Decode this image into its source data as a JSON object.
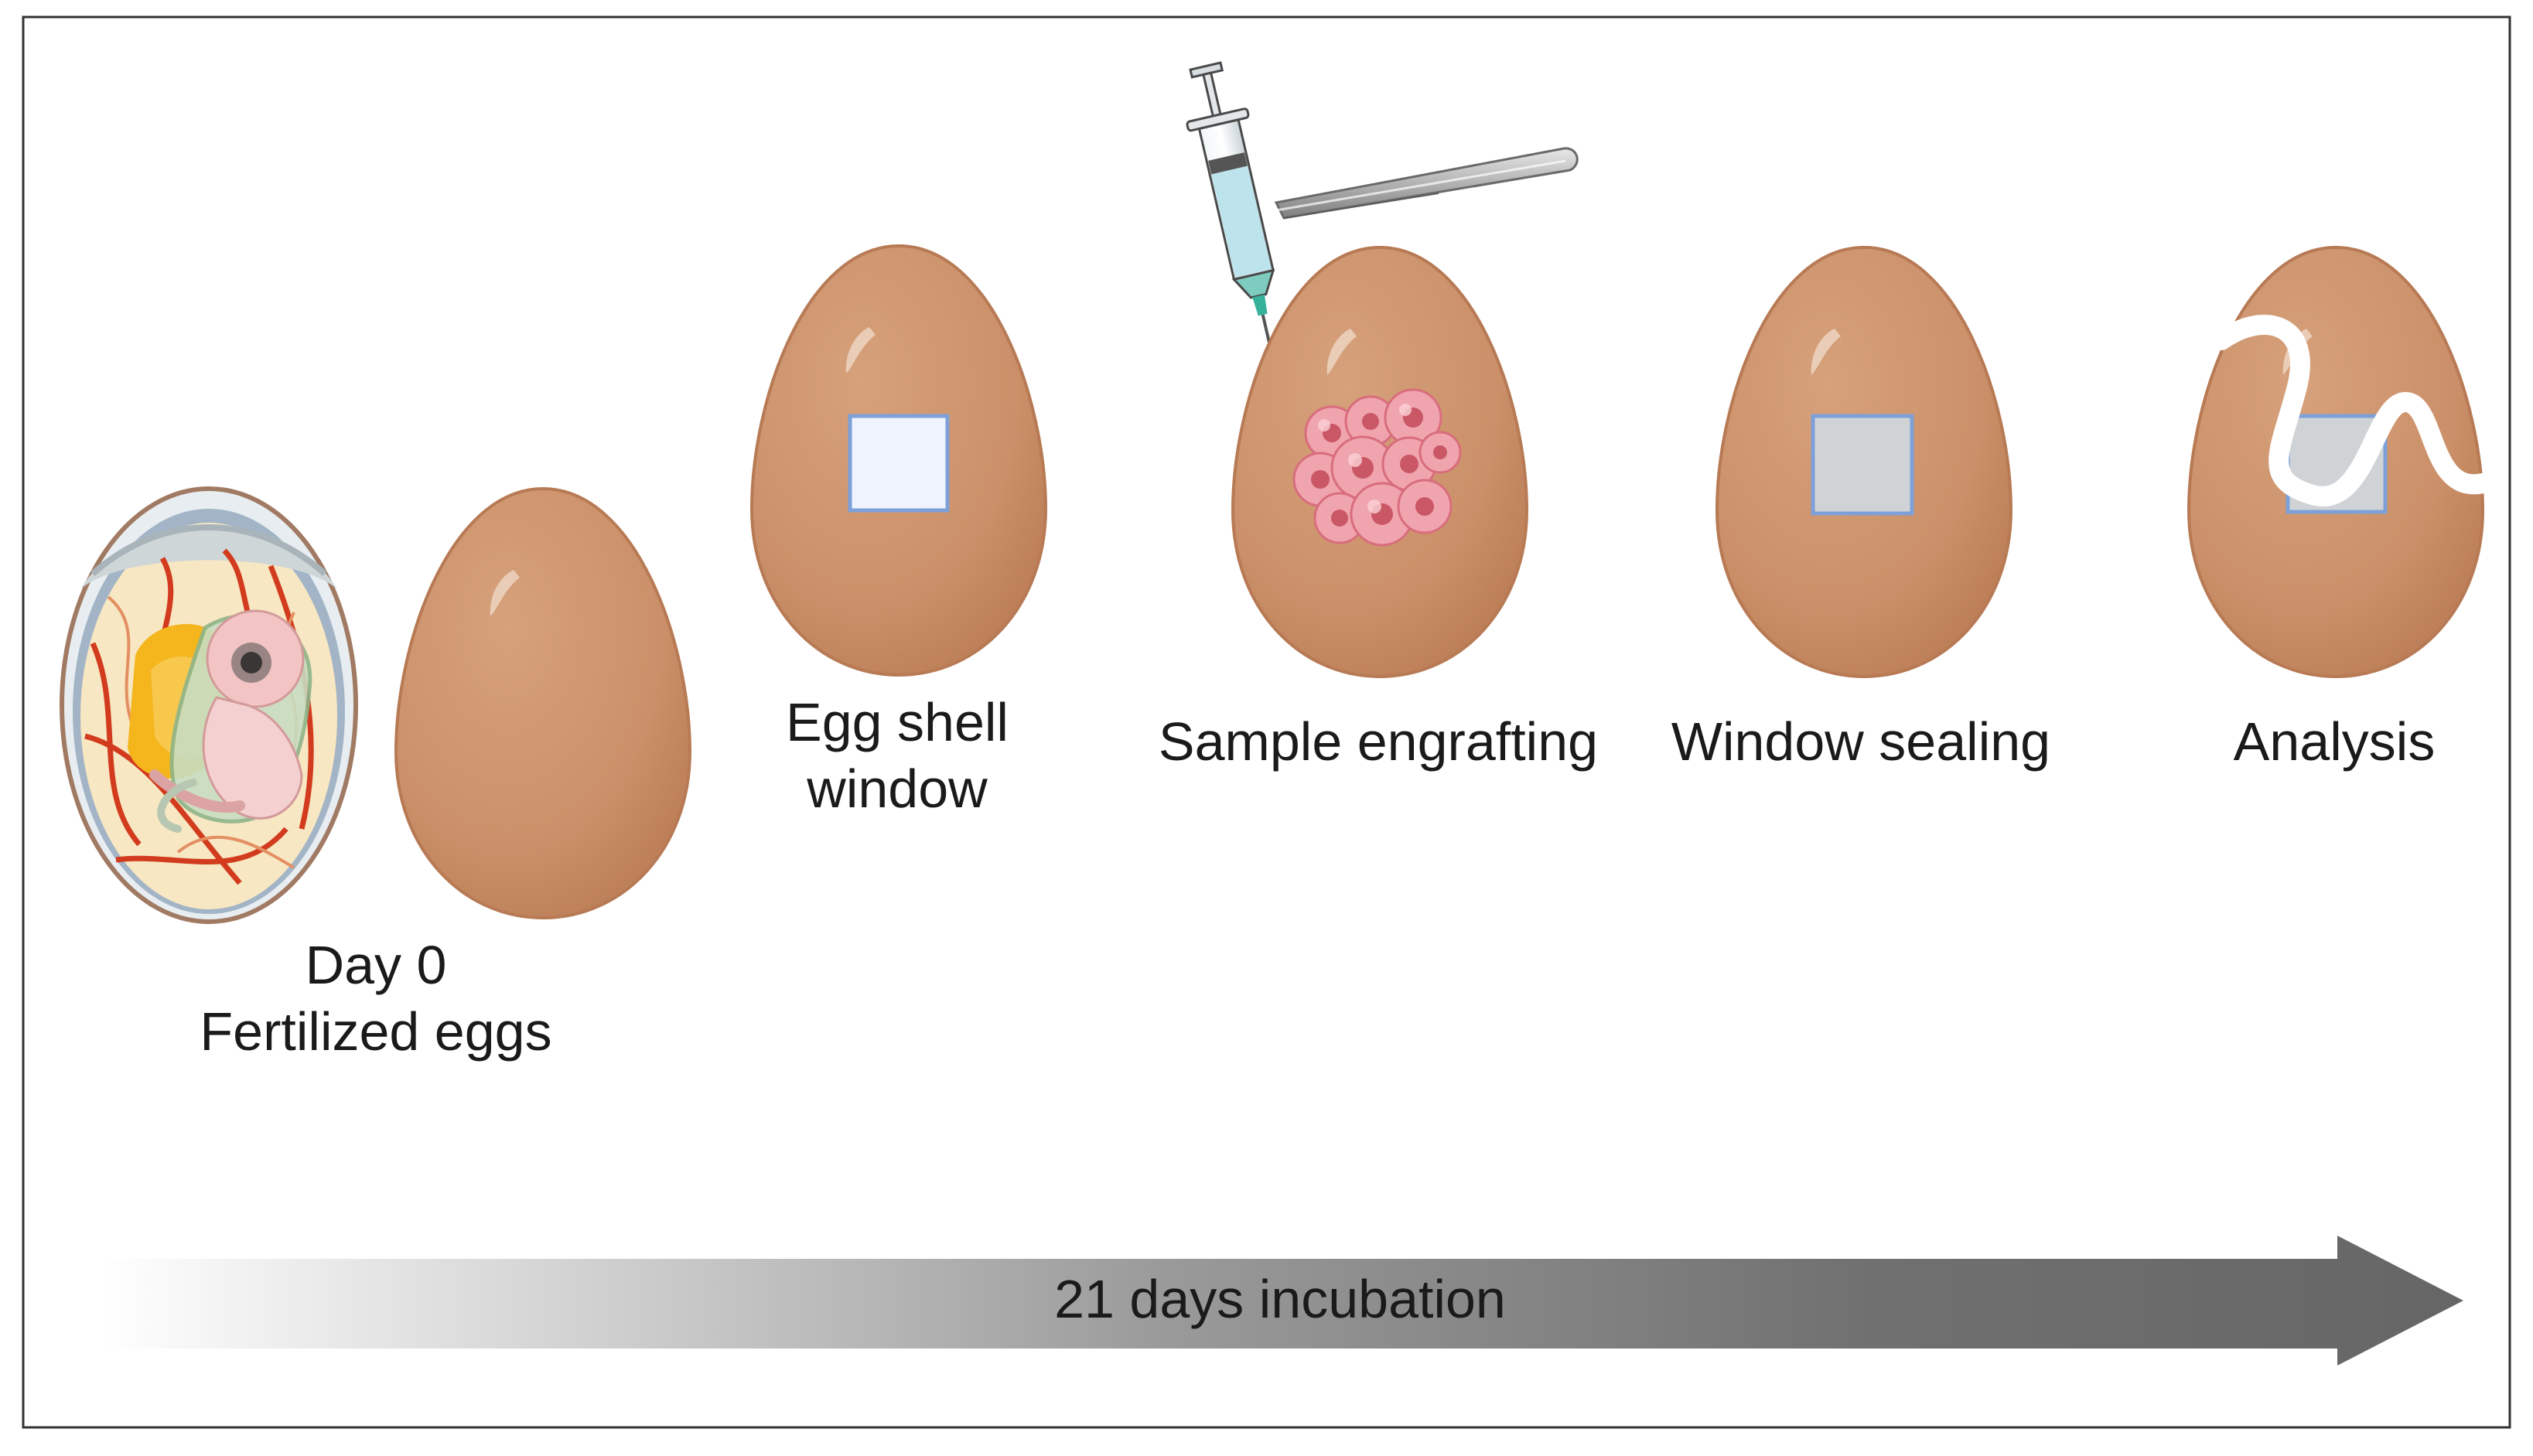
{
  "diagram": {
    "stages": [
      {
        "lines": [
          "Day 0",
          "Fertilized eggs"
        ]
      },
      {
        "lines": [
          "Egg shell",
          "window"
        ]
      },
      {
        "lines": [
          "Sample engrafting"
        ]
      },
      {
        "lines": [
          "Window sealing"
        ]
      },
      {
        "lines": [
          "Analysis"
        ]
      }
    ],
    "timeline": {
      "label": "21 days incubation"
    },
    "colors": {
      "shell": "#cf9770",
      "shell_shadow": "#be7c55",
      "window_open": "#eef3fd",
      "window_sealed": "#d0d3d6",
      "window_border": "#7ea0d8",
      "arrow_dark": "#6b6b6b",
      "cells": "#f0a4ae"
    },
    "icons": [
      "embryo-egg-icon",
      "egg-icon",
      "syringe-icon",
      "forceps-icon",
      "cell-cluster-icon",
      "probe-icon"
    ]
  }
}
